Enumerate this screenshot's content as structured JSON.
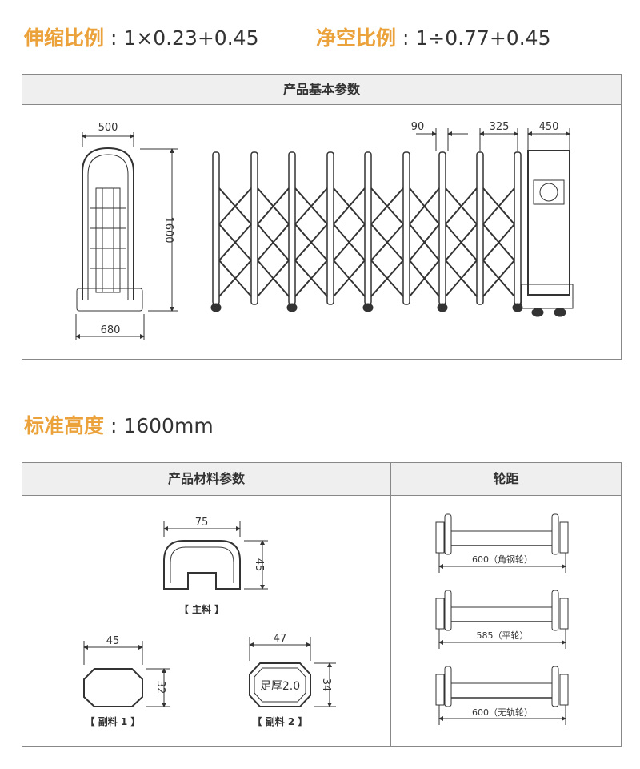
{
  "ratios": {
    "telescopic": {
      "label": "伸缩比例",
      "sep": " : ",
      "value": "1×0.23+0.45"
    },
    "clearance": {
      "label": "净空比例",
      "sep": " : ",
      "value": "1÷0.77+0.45"
    }
  },
  "basic_params": {
    "header": "产品基本参数",
    "dims": {
      "head_width": "500",
      "height": "1600",
      "base_width": "680",
      "post_gap": "90",
      "unit_pitch": "325",
      "motor_width": "450"
    }
  },
  "standard_height": {
    "label": "标准高度",
    "sep": " : ",
    "value": "1600mm"
  },
  "material_params": {
    "header": "产品材料参数",
    "main": {
      "width": "75",
      "height": "45",
      "caption": "【 主料 】"
    },
    "aux1": {
      "width": "45",
      "height": "32",
      "caption": "【 副料 1 】"
    },
    "aux2": {
      "width": "47",
      "height": "34",
      "inner": "足厚2.0",
      "caption": "【 副料 2 】"
    }
  },
  "wheelbase": {
    "header": "轮距",
    "items": [
      {
        "label": "600（角钢轮）"
      },
      {
        "label": "585（平轮）"
      },
      {
        "label": "600（无轨轮）"
      }
    ]
  }
}
